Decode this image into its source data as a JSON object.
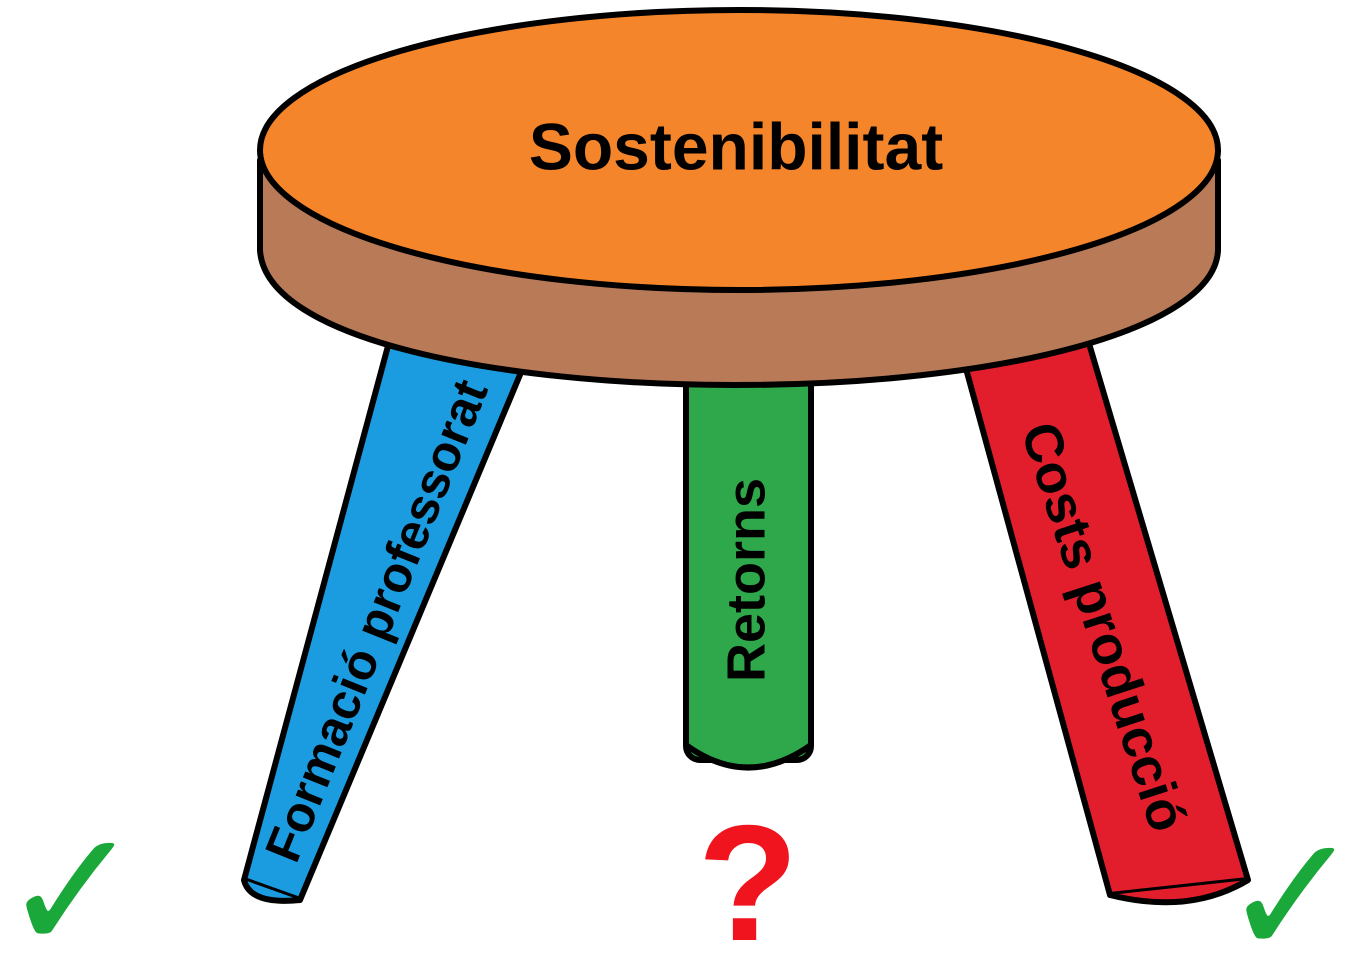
{
  "diagram": {
    "seat": {
      "label": "Sostenibilitat",
      "top_color": "#F5852A",
      "side_color": "#B97A57"
    },
    "legs": [
      {
        "label": "Formació professorat",
        "color": "#1B9BE0"
      },
      {
        "label": "Retorns",
        "color": "#2EA84A"
      },
      {
        "label": "Costs producció",
        "color": "#E21E2D"
      }
    ],
    "marks": {
      "left_check": {
        "symbol": "✓",
        "color": "#1BA83A"
      },
      "question": {
        "symbol": "?",
        "color": "#F0141E"
      },
      "right_check": {
        "symbol": "✓",
        "color": "#1BA83A"
      }
    }
  }
}
